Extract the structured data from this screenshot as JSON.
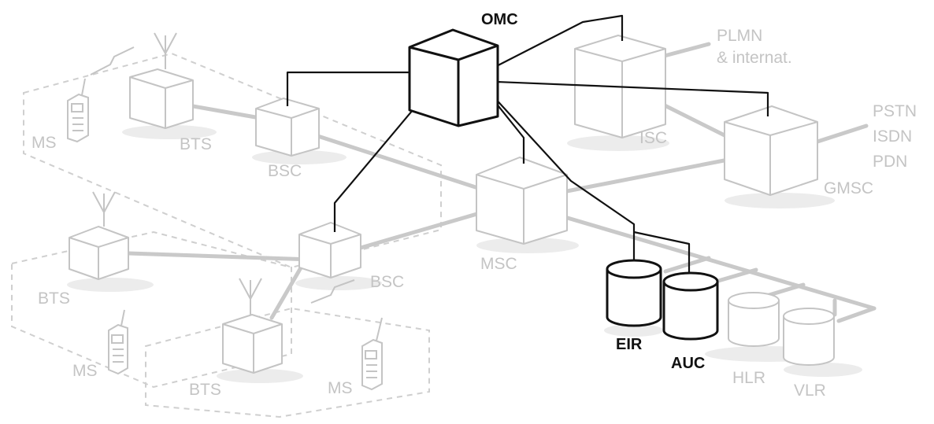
{
  "colors": {
    "grey_line": "#c9c9c9",
    "grey_box": "#c4c4c4",
    "grey_dash": "#cfcfcf",
    "grey_shadow": "#ececec",
    "dark_line": "#111111",
    "grey_text": "#c4c4c4",
    "dark_text": "#111111"
  },
  "labels": {
    "omc": "OMC",
    "plmn_1": "PLMN",
    "plmn_2": "& internat.",
    "isc": "ISC",
    "pstn": "PSTN",
    "isdn": "ISDN",
    "pdn": "PDN",
    "gmsc": "GMSC",
    "msc": "MSC",
    "bsc_upper": "BSC",
    "bsc_lower": "BSC",
    "bts_upper": "BTS",
    "bts_left": "BTS",
    "bts_bottom": "BTS",
    "ms_upper": "MS",
    "ms_lower_left": "MS",
    "ms_lower_right": "MS",
    "eir": "EIR",
    "auc": "AUC",
    "hlr": "HLR",
    "vlr": "VLR"
  },
  "icons": {
    "omc": "cube-icon",
    "isc": "cube-icon",
    "gmsc": "cube-icon",
    "msc": "cube-icon",
    "bsc": "cube-icon",
    "bts": "cube-with-antenna-icon",
    "ms": "mobile-phone-icon",
    "eir": "database-cylinder-icon",
    "auc": "database-cylinder-icon",
    "hlr": "database-cylinder-icon",
    "vlr": "database-cylinder-icon"
  }
}
